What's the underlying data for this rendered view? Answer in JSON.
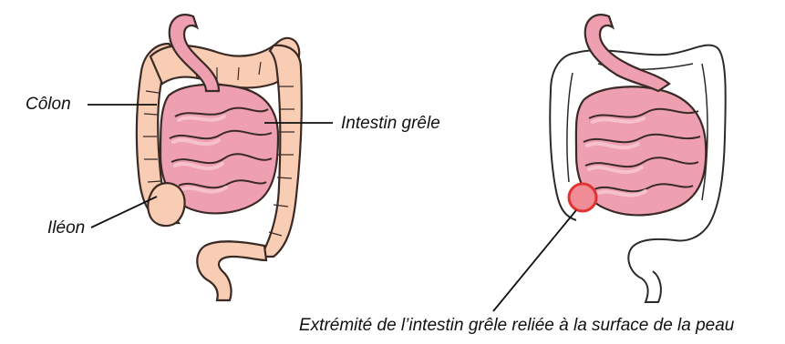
{
  "labels": {
    "colon": "Côlon",
    "small_intestine": "Intestin grêle",
    "ileum": "Iléon",
    "stoma": "Extrémité de l’intestin grêle reliée à la surface de la peau"
  },
  "colors": {
    "colon_fill": "#f8cdb3",
    "colon_stroke": "#3a2a25",
    "small_intestine_fill": "#ee9fb0",
    "small_intestine_light": "#f6c1cc",
    "stoma_fill": "#ef8c95",
    "stoma_ring": "#e23333",
    "outline_only": "#ffffff"
  }
}
